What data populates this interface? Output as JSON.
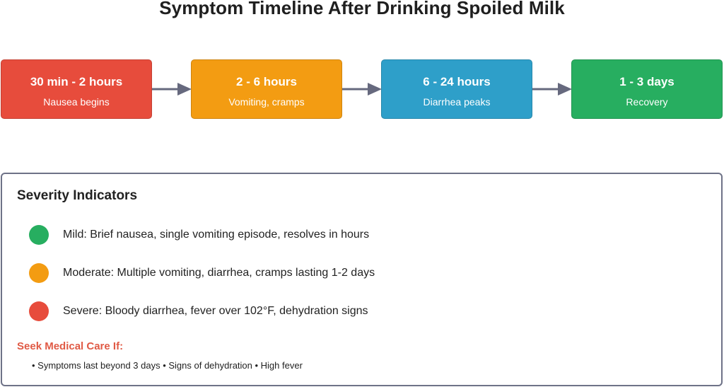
{
  "title": "Symptom Timeline After Drinking Spoiled Milk",
  "stages": [
    {
      "time": "30 min - 2 hours",
      "description": "Nausea begins",
      "color": "#e74c3c"
    },
    {
      "time": "2 - 6 hours",
      "description": "Vomiting, cramps",
      "color": "#f39c12"
    },
    {
      "time": "6 - 24 hours",
      "description": "Diarrhea peaks",
      "color": "#2e9fc9"
    },
    {
      "time": "1 - 3 days",
      "description": "Recovery",
      "color": "#27ae60"
    }
  ],
  "arrow_color": "#66697e",
  "severity": {
    "title": "Severity Indicators",
    "items": [
      {
        "level": "mild",
        "text": "Mild: Brief nausea, single vomiting episode, resolves in hours",
        "color": "#27ae60"
      },
      {
        "level": "moderate",
        "text": "Moderate: Multiple vomiting, diarrhea, cramps lasting 1-2 days",
        "color": "#f39c12"
      },
      {
        "level": "severe",
        "text": "Severe: Bloody diarrhea, fever over 102°F, dehydration signs",
        "color": "#e74c3c"
      }
    ],
    "seek_title": "Seek Medical Care If:",
    "seek_title_color": "#e05a45",
    "seek_items": "• Symptoms last beyond 3 days • Signs of dehydration • High fever"
  }
}
